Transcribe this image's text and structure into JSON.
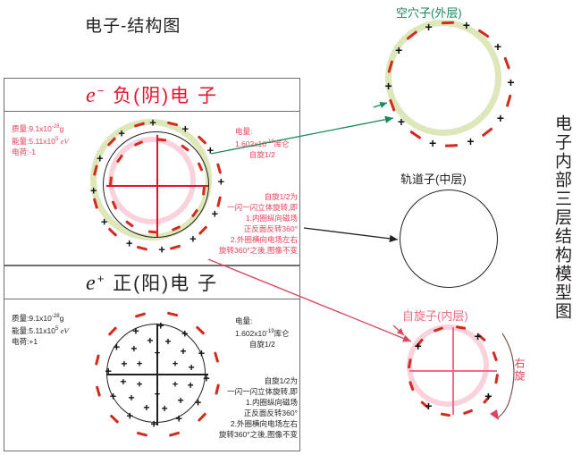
{
  "title": "电子-结构图",
  "panels": [
    {
      "id": "negative-electron",
      "header_symbol": "e",
      "header_sup": "−",
      "header_text": "负(阴)电 子",
      "accent_color": "#e8112d",
      "left_lines": [
        "质量:9.1x10",
        "-28",
        "g",
        "能量:5.11x10",
        "5",
        "eV",
        "电荷:-1"
      ],
      "mass_label": "质量:9.1x10",
      "mass_exp": "-28",
      "mass_unit": "g",
      "energy_label": "能量:5.11x10",
      "energy_exp": "5",
      "energy_unit": "eV",
      "charge_label": "电荷:-1",
      "charge_title": "电量:",
      "charge_value": "1.602x10",
      "charge_exp": "-19",
      "charge_unit": "库仑",
      "spin_label": "自旋1/2",
      "note_lines": [
        "自旋1/2为",
        "一闪一闪立体旋转,即",
        "1.内圈纵向磁场",
        "正反面反转360°",
        "2.外圈横向电场左右",
        "旋转360°之後,图像不变"
      ]
    },
    {
      "id": "positive-electron",
      "header_symbol": "e",
      "header_sup": "+",
      "header_text": "正(阳)电 子",
      "accent_color": "#231f20",
      "mass_label": "质量:9.1x10",
      "mass_exp": "-28",
      "mass_unit": "g",
      "energy_label": "能量:5.11x10",
      "energy_exp": "5",
      "energy_unit": "eV",
      "charge_label": "电荷:+1",
      "charge_title": "电量:",
      "charge_value": "1.602x10",
      "charge_exp": "-19",
      "charge_unit": "库仑",
      "spin_label": "自旋1/2",
      "note_lines": [
        "自旋1/2为",
        "一闪一闪立体旋转,即",
        "1.内圈纵向磁场",
        "正反面反转360°",
        "2.外圈横向电场左右",
        "旋转360°之後,图像不变"
      ]
    }
  ],
  "right_labels": {
    "outer": "空穴子(外层)",
    "middle": "轨道子(中层)",
    "inner": "自旋子(内层)"
  },
  "vertical_title": "电子内部三层结构模型图",
  "rotation_label": "右旋",
  "colors": {
    "red": "#e8112d",
    "pink": "#ef6d85",
    "green": "#178a5a",
    "green_band": "#dce8b9",
    "pink_band": "#f9d2dc",
    "dash_red": "#d42a1d",
    "black": "#231f20",
    "frame": "#6d6e71"
  },
  "arrows": [
    {
      "name": "arrow-to-outer-shell",
      "color": "#178a5a"
    },
    {
      "name": "arrow-to-middle-shell",
      "color": "#231f20"
    },
    {
      "name": "arrow-to-inner-shell",
      "color": "#d9465f"
    }
  ]
}
